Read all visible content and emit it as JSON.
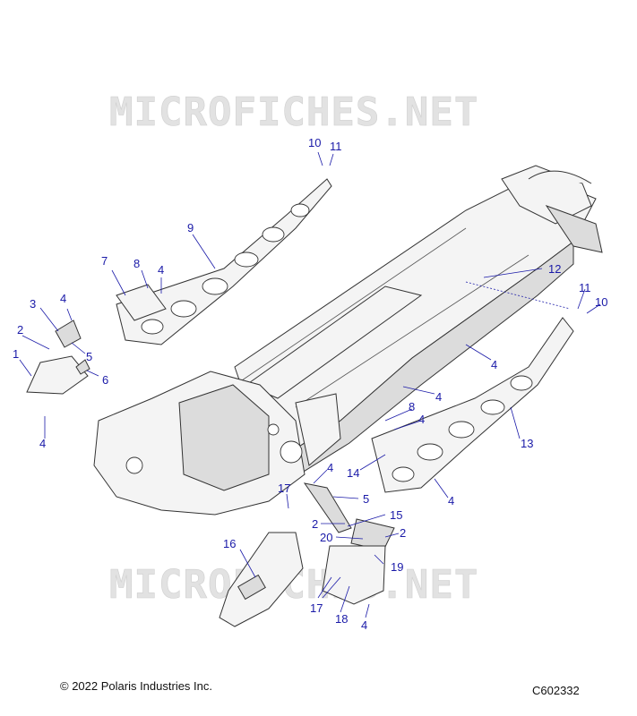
{
  "watermark": "MICROFICHES.NET",
  "copyright": "© 2022 Polaris Industries Inc.",
  "diagram_id": "C602332",
  "callouts": {
    "c10a": "10",
    "c11a": "11",
    "c9": "9",
    "c7": "7",
    "c8a": "8",
    "c4a": "4",
    "c3": "3",
    "c4b": "4",
    "c2a": "2",
    "c5a": "5",
    "c1": "1",
    "c6": "6",
    "c4c": "4",
    "c12": "12",
    "c11b": "11",
    "c10b": "10",
    "c4d": "4",
    "c4e": "4",
    "c8b": "8",
    "c4f": "4",
    "c13": "13",
    "c14": "14",
    "c4g": "4",
    "c4h": "4",
    "c17a": "17",
    "c5b": "5",
    "c15": "15",
    "c2b": "2",
    "c2c": "2",
    "c20": "20",
    "c16": "16",
    "c19": "19",
    "c17b": "17",
    "c18": "18",
    "c4i": "4"
  },
  "colors": {
    "callout": "#1a1aa8",
    "line": "#333333",
    "watermark": "#e2e2e2"
  }
}
